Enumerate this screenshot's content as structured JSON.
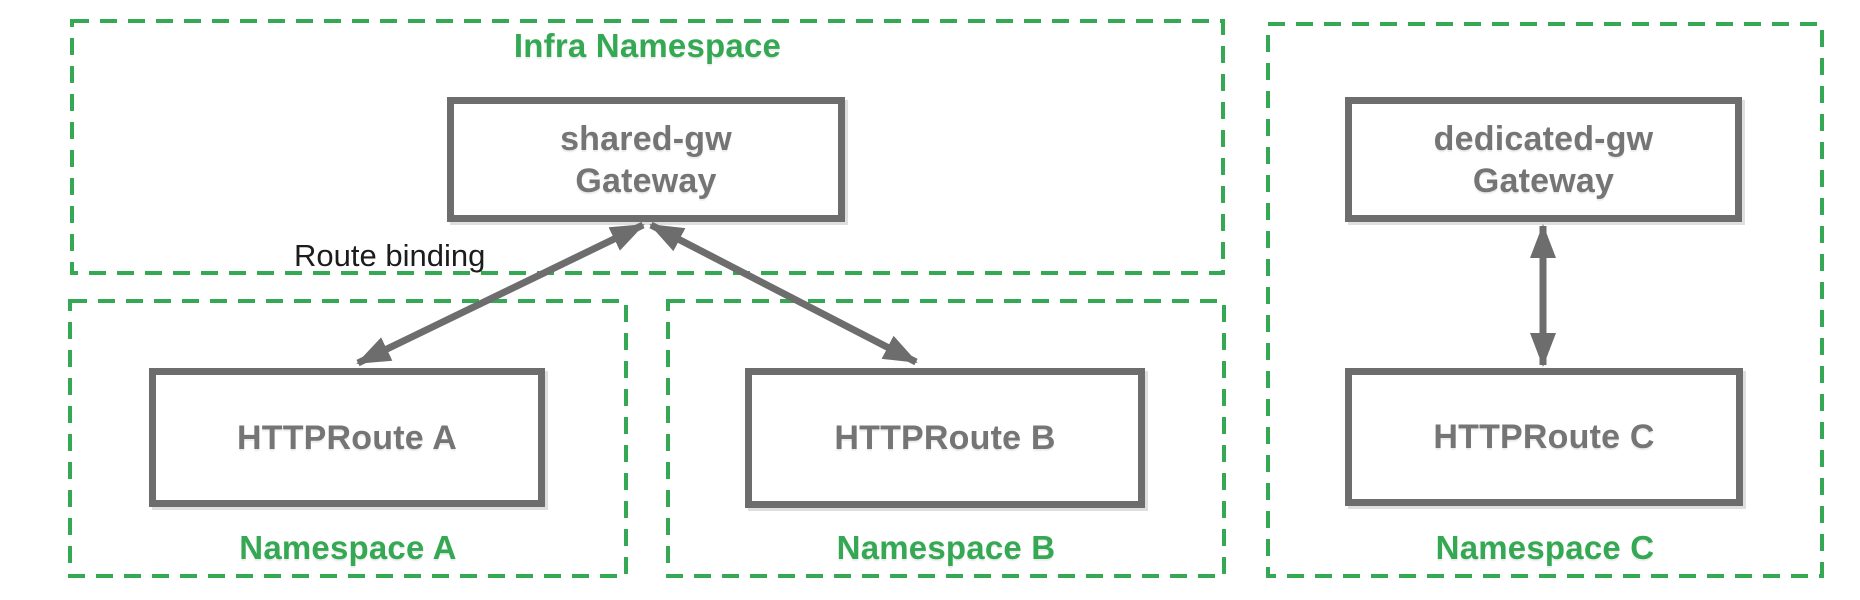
{
  "diagram": {
    "infra_namespace": {
      "title": "Infra Namespace",
      "gateway": {
        "name": "shared-gw",
        "kind": "Gateway"
      }
    },
    "namespace_a": {
      "title": "Namespace A",
      "route": "HTTPRoute A"
    },
    "namespace_b": {
      "title": "Namespace B",
      "route": "HTTPRoute B"
    },
    "namespace_c": {
      "title": "Namespace C",
      "gateway": {
        "name": "dedicated-gw",
        "kind": "Gateway"
      },
      "route": "HTTPRoute C"
    },
    "labels": {
      "route_binding": "Route binding"
    },
    "colors": {
      "namespace_green": "#34A853",
      "node_border_gray": "#6d6d6d",
      "node_text_gray": "#757575",
      "annotation_black": "#1c1c1c"
    }
  }
}
